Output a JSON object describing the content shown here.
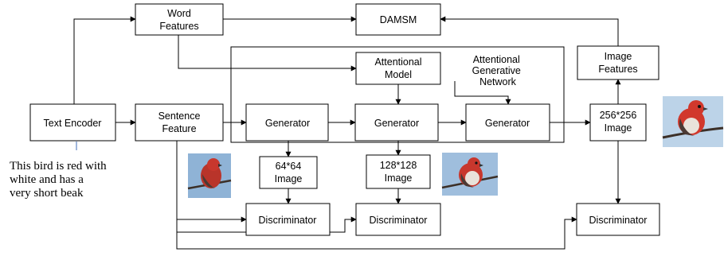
{
  "nodes": {
    "word_features": [
      "Word",
      "Features"
    ],
    "damsm": [
      "DAMSM"
    ],
    "image_features": [
      "Image",
      "Features"
    ],
    "attentional_model": [
      "Attentional",
      "Model"
    ],
    "text_encoder": [
      "Text Encoder"
    ],
    "sentence_feature": [
      "Sentence",
      "Feature"
    ],
    "generator_1": [
      "Generator"
    ],
    "generator_2": [
      "Generator"
    ],
    "generator_3": [
      "Generator"
    ],
    "image_256": [
      "256*256",
      "Image"
    ],
    "image_64": [
      "64*64",
      "Image"
    ],
    "image_128": [
      "128*128",
      "Image"
    ],
    "discriminator_1": [
      "Discriminator"
    ],
    "discriminator_2": [
      "Discriminator"
    ],
    "discriminator_3": [
      "Discriminator"
    ]
  },
  "group_label": [
    "Attentional",
    "Generative",
    "Network"
  ],
  "caption": [
    "This bird is red with",
    "white and has a",
    "very short beak"
  ],
  "colors": {
    "bird_body": "#c8372d",
    "bird_dark": "#4a3a35",
    "bird_belly": "#e9e2da",
    "sky_blue": "#8fb3d6"
  }
}
